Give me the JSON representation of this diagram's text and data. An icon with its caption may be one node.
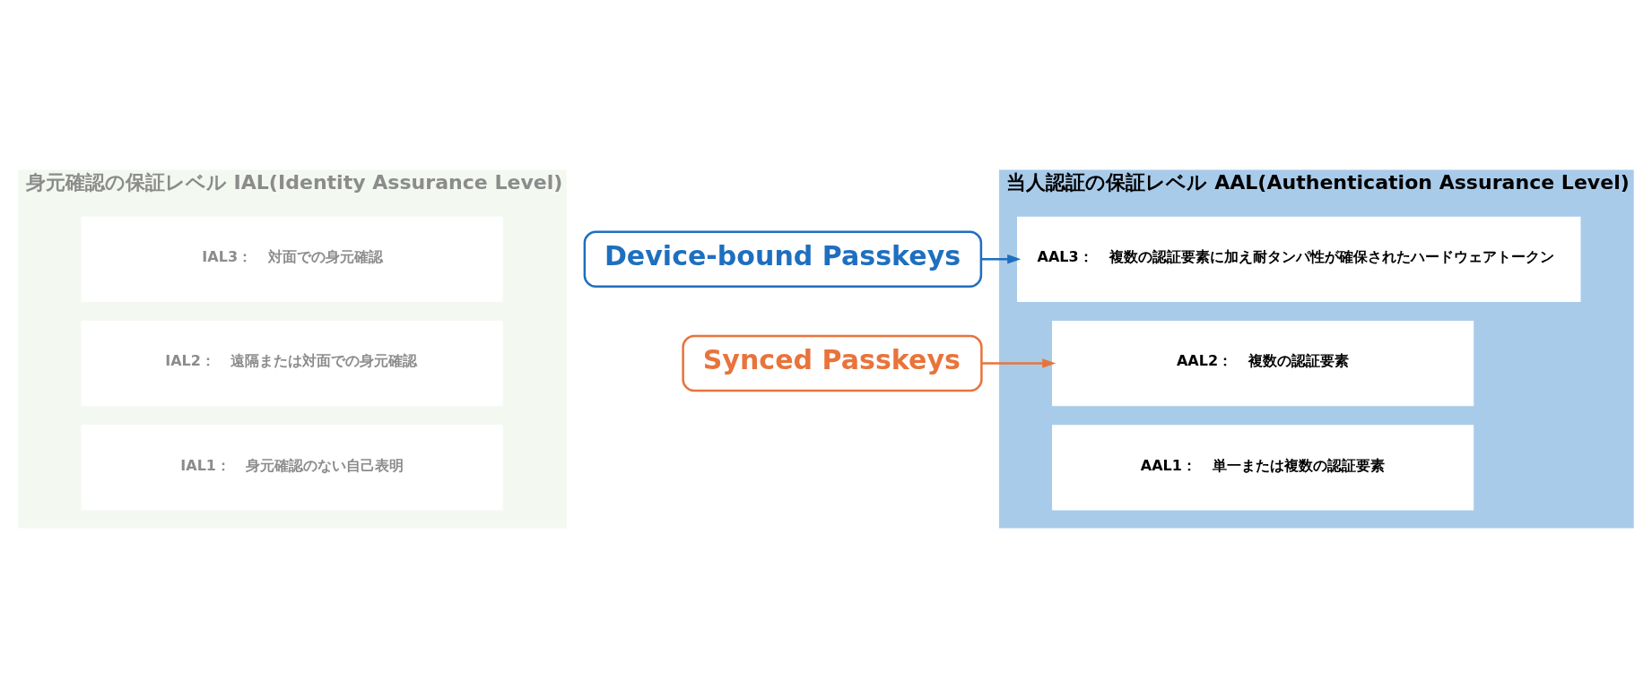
{
  "diagram": {
    "nodes": [
      {
        "text": [
          "身元確認の保証レベル IAL(Identity Assurance Level)"
        ]
      },
      {
        "text": [
          "IAL3：",
          "対面での身元確認"
        ],
        "in": 0
      },
      {
        "text": [
          "IAL2：",
          "遠隔または対面での身元確認"
        ],
        "in": 0
      },
      {
        "text": [
          "IAL1：",
          "身元確認のない自己表明"
        ],
        "in": 0
      },
      {
        "text": [
          "当人認証の保証レベル AAL(Authentication Assurance Level)"
        ]
      },
      {
        "text": [
          "AAL3：",
          "複数の認証要素に加え耐タンパ性が確保されたハードウェアトークン"
        ],
        "in": 4
      },
      {
        "text": [
          "AAL2：",
          "複数の認証要素"
        ],
        "in": 4
      },
      {
        "text": [
          "AAL1：",
          "単一または複数の認証要素"
        ],
        "in": 4
      },
      {
        "text": [
          "Device-bound Passkeys"
        ]
      },
      {
        "text": [
          "Synced Passkeys"
        ]
      }
    ],
    "edges": [
      {
        "from": 8,
        "to": 5,
        "arrow": "to",
        "color": "#1f6fbf"
      },
      {
        "from": 9,
        "to": 6,
        "arrow": "to",
        "color": "#e8743b"
      }
    ]
  }
}
